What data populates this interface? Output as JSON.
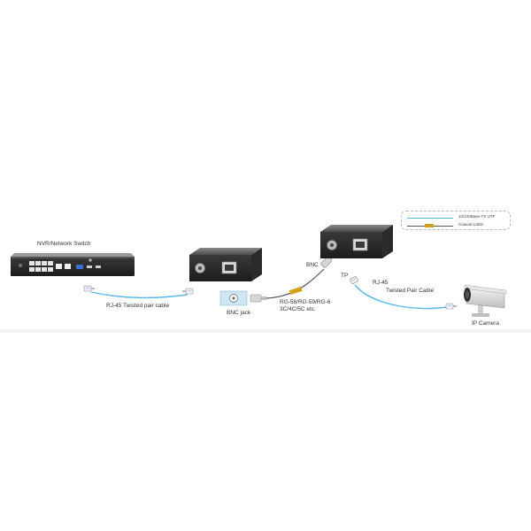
{
  "labels": {
    "nvr_switch": "NVR/Network Switch",
    "rj45_twisted_pair_cable": "RJ-45 Twisted pair cable",
    "bnc_jack": "BNC jack",
    "bnc": "BNC",
    "coax_types_line1": "RG-58/RG-59/RG-6",
    "coax_types_line2": "3C/4C/5C etc.",
    "tp": "TP",
    "rj45": "RJ-45",
    "twisted_pair_cable": "Twisted Pair Cable",
    "ip_camera": "IP Camera"
  },
  "legend": {
    "items": [
      {
        "label": "10/100Base-TX UTP",
        "color": "#5ab8e8"
      },
      {
        "label": "Coaxial Cable",
        "color": "#d4a017"
      }
    ]
  },
  "colors": {
    "utp_cable": "#5ab8e8",
    "coax_cable": "#d4a017",
    "device_body": "#2e2e2e",
    "device_top": "#6a6a6a",
    "bnc_jack_panel": "#cfe6f4"
  }
}
